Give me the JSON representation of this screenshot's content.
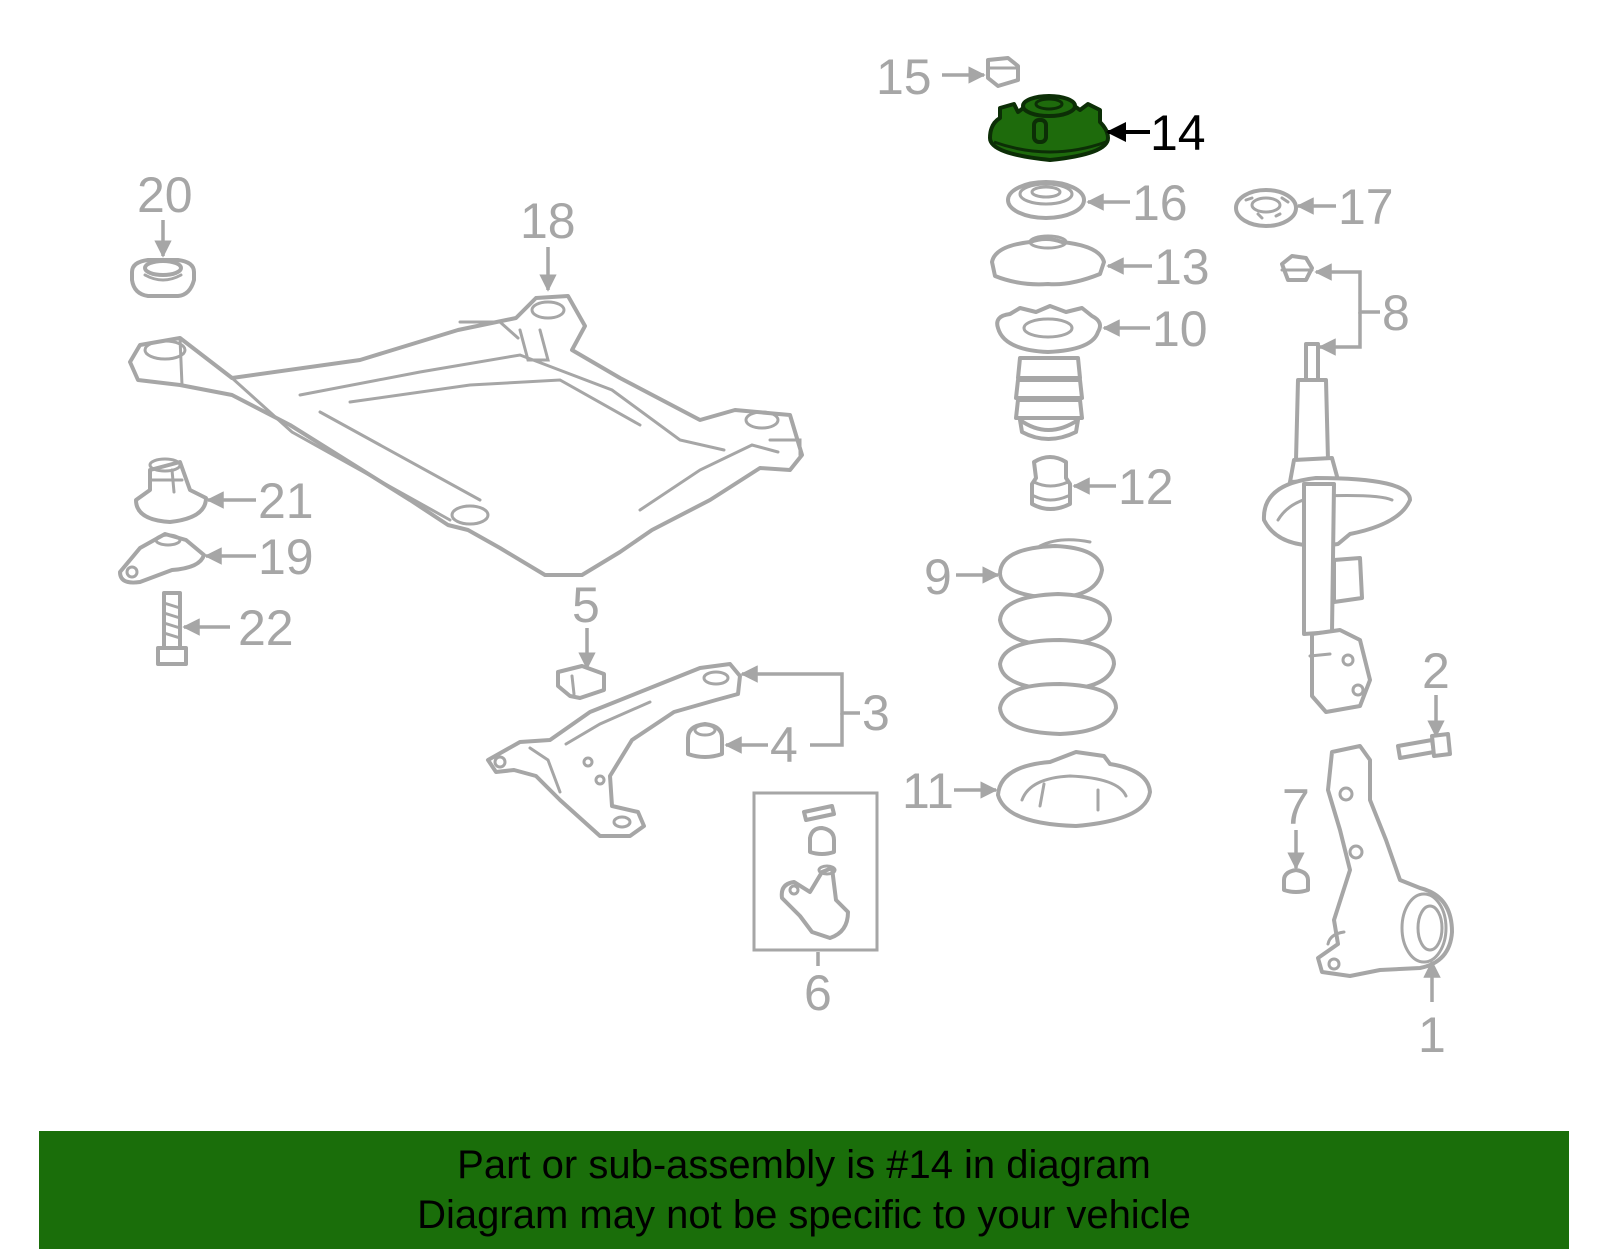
{
  "diagram": {
    "highlight_color": "#1e6b0c",
    "line_color": "#a6a6a6",
    "selected_part": "14",
    "callouts": {
      "c1": "1",
      "c2": "2",
      "c3": "3",
      "c4": "4",
      "c5": "5",
      "c6": "6",
      "c7": "7",
      "c8": "8",
      "c9": "9",
      "c10": "10",
      "c11": "11",
      "c12": "12",
      "c13": "13",
      "c14": "14",
      "c15": "15",
      "c16": "16",
      "c17": "17",
      "c18": "18",
      "c19": "19",
      "c20": "20",
      "c21": "21",
      "c22": "22"
    }
  },
  "footer": {
    "background": "#1a6e0a",
    "line1": "Part or sub-assembly is #14 in diagram",
    "line2": "Diagram may not be specific to your vehicle"
  }
}
